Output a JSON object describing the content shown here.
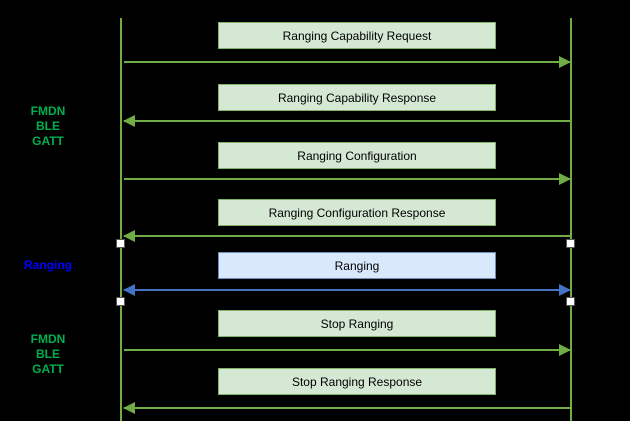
{
  "diagram": {
    "type": "sequence-diagram",
    "side_labels": [
      {
        "id": "fmdn-ble-gatt-top",
        "lines": [
          "FMDN",
          "BLE",
          "GATT"
        ],
        "color": "#00b050"
      },
      {
        "id": "ranging-phase",
        "lines": [
          "Ranging"
        ],
        "color": "#0000ff"
      },
      {
        "id": "fmdn-ble-gatt-bottom",
        "lines": [
          "FMDN",
          "BLE",
          "GATT"
        ],
        "color": "#00b050"
      }
    ],
    "messages": [
      {
        "label": "Ranging Capability Request",
        "direction": "right",
        "style": "green"
      },
      {
        "label": "Ranging Capability Response",
        "direction": "left",
        "style": "green"
      },
      {
        "label": "Ranging Configuration",
        "direction": "right",
        "style": "green"
      },
      {
        "label": "Ranging Configuration Response",
        "direction": "left",
        "style": "green"
      },
      {
        "label": "Ranging",
        "direction": "both",
        "style": "blue"
      },
      {
        "label": "Stop Ranging",
        "direction": "right",
        "style": "green"
      },
      {
        "label": "Stop Ranging Response",
        "direction": "left",
        "style": "green"
      }
    ],
    "colors": {
      "background": "#000000",
      "green_box_fill": "#d5e8d4",
      "green_box_stroke": "#82b366",
      "green_arrow": "#70ad47",
      "green_label_text": "#00b050",
      "blue_box_fill": "#dae8fc",
      "blue_box_stroke": "#6c8ebf",
      "blue_arrow": "#4472c4",
      "blue_label_text": "#0000ff",
      "message_text": "#000000"
    }
  }
}
